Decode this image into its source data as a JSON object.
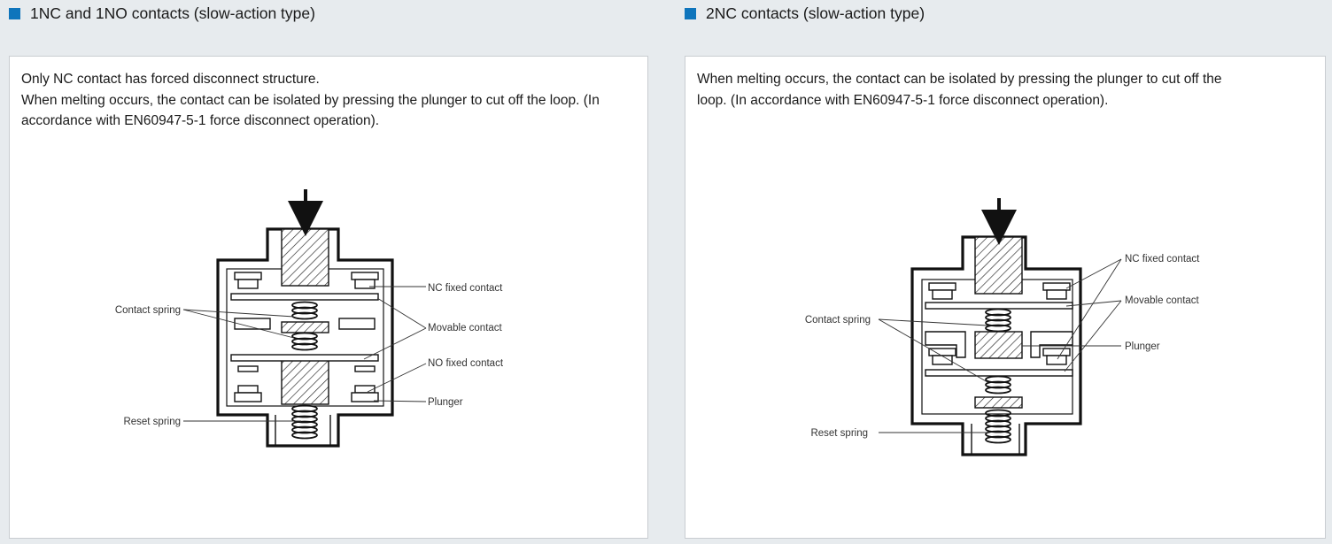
{
  "colors": {
    "accent": "#0f75bc",
    "panel_border": "#c9cdd1",
    "background": "#e7ebee"
  },
  "left": {
    "title": "1NC and 1NO contacts (slow-action type)",
    "text": [
      "Only NC contact has forced disconnect structure.",
      "When melting occurs, the contact can be isolated by pressing the plunger to cut off the loop. (In accordance with EN60947-5-1 force disconnect operation)."
    ],
    "labels": {
      "contact_spring": "Contact spring",
      "reset_spring": "Reset spring",
      "nc_fixed_contact": "NC fixed contact",
      "movable_contact": "Movable contact",
      "no_fixed_contact": "NO fixed contact",
      "plunger": "Plunger"
    }
  },
  "right": {
    "title": "2NC contacts (slow-action type)",
    "text": [
      "When melting occurs, the contact can be isolated by pressing the plunger to cut off the loop. (In accordance with EN60947-5-1 force disconnect operation)."
    ],
    "labels": {
      "contact_spring": "Contact spring",
      "reset_spring": "Reset spring",
      "nc_fixed_contact": "NC fixed contact",
      "movable_contact": "Movable contact",
      "plunger": "Plunger"
    }
  }
}
